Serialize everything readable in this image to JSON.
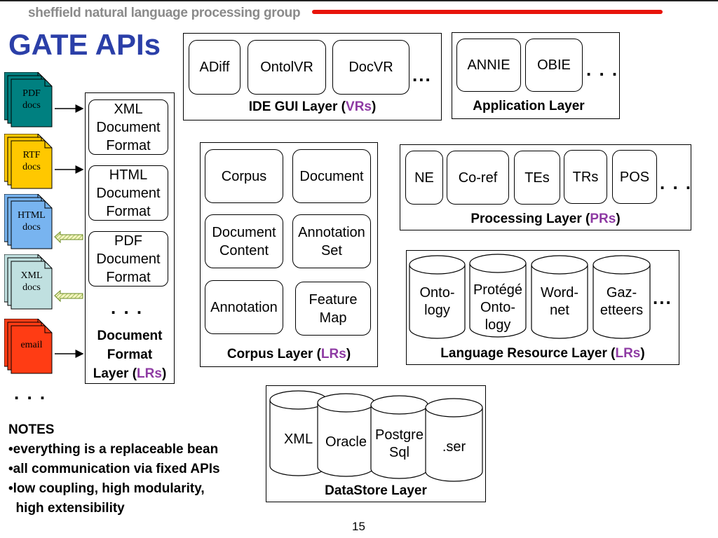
{
  "header": {
    "group_name": "sheffield natural language processing group"
  },
  "title": "GATE APIs",
  "documents": [
    {
      "label": "PDF\ndocs",
      "color": "#008080"
    },
    {
      "label": "RTF\ndocs",
      "color": "#ffc800"
    },
    {
      "label": "HTML\ndocs",
      "color": "#78b4f0"
    },
    {
      "label": "XML\ndocs",
      "color": "#c0e0e0"
    },
    {
      "label": "email",
      "color": "#ff3c14"
    }
  ],
  "document_ellipsis": ". . .",
  "document_format_layer": {
    "items": [
      "XML\nDocument\nFormat",
      "HTML\nDocument\nFormat",
      "PDF\nDocument\nFormat"
    ],
    "ellipsis": ". . .",
    "caption_line1": "Document",
    "caption_line2": "Format",
    "caption_line3": "Layer (",
    "caption_accent": "LRs",
    "caption_end": ")"
  },
  "ide_gui_layer": {
    "items": [
      "ADiff",
      "OntolVR",
      "DocVR"
    ],
    "ellipsis": "...",
    "caption": "IDE GUI Layer (",
    "caption_accent": "VRs",
    "caption_end": ")"
  },
  "application_layer": {
    "items": [
      "ANNIE",
      "OBIE"
    ],
    "ellipsis": ". . .",
    "caption": "Application Layer"
  },
  "corpus_layer": {
    "items": [
      "Corpus",
      "Document",
      "Document\nContent",
      "Annotation\nSet",
      "Annotation",
      "Feature\nMap"
    ],
    "caption": "Corpus Layer (",
    "caption_accent": "LRs",
    "caption_end": ")"
  },
  "processing_layer": {
    "items": [
      "NE",
      "Co-ref",
      "TEs",
      "TRs",
      "POS"
    ],
    "ellipsis": ". . .",
    "caption": "Processing Layer (",
    "caption_accent": "PRs",
    "caption_end": ")"
  },
  "language_resource_layer": {
    "items": [
      "Onto-\nlogy",
      "Protégé\nOnto-\nlogy",
      "Word-\nnet",
      "Gaz-\netteers"
    ],
    "ellipsis": "...",
    "caption": "Language Resource Layer (",
    "caption_accent": "LRs",
    "caption_end": ")"
  },
  "datastore_layer": {
    "items": [
      "XML",
      "Oracle",
      "Postgre\nSql",
      ".ser"
    ],
    "caption": "DataStore Layer"
  },
  "notes": {
    "heading": "NOTES",
    "items": [
      "•everything is a replaceable bean",
      "•all communication via fixed APIs",
      "•low coupling, high modularity,",
      "  high extensibility"
    ]
  },
  "page_number": "15",
  "colors": {
    "title": "#2b3fa8",
    "accent": "#8e3aa3",
    "header_line": "#e8140a"
  }
}
